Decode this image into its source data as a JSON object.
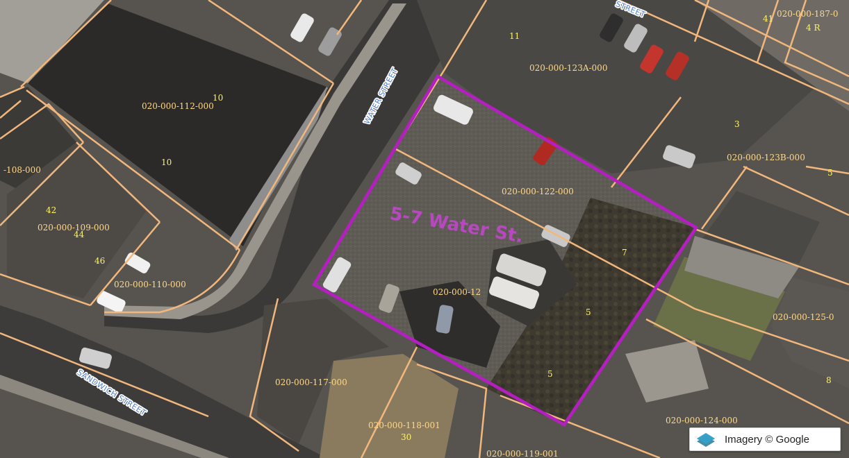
{
  "site": {
    "label": "5-7 Water St.",
    "boundary_color": "#b51fc2",
    "label_color": "#c047c9"
  },
  "streets": [
    {
      "id": "water",
      "label": "WATER STREET"
    },
    {
      "id": "sandwich",
      "label": "SANDWICH STREET"
    },
    {
      "id": "top",
      "label": "STREET"
    }
  ],
  "parcels": [
    {
      "id": "p112",
      "label": "020-000-112-000"
    },
    {
      "id": "p123a",
      "label": "020-000-123A-000"
    },
    {
      "id": "p187",
      "label": "020-000-187-0"
    },
    {
      "id": "p123b",
      "label": "020-000-123B-000"
    },
    {
      "id": "p122",
      "label": "020-000-122-000"
    },
    {
      "id": "p108",
      "label": "-108-000"
    },
    {
      "id": "p109",
      "label": "020-000-109-000"
    },
    {
      "id": "p110",
      "label": "020-000-110-000"
    },
    {
      "id": "p121",
      "label": "020-000-12"
    },
    {
      "id": "p125",
      "label": "020-000-125-0"
    },
    {
      "id": "p117",
      "label": "020-000-117-000"
    },
    {
      "id": "p118",
      "label": "020-000-118-001"
    },
    {
      "id": "p124",
      "label": "020-000-124-000"
    },
    {
      "id": "p119",
      "label": "020-000-119-001"
    }
  ],
  "lot_numbers": [
    {
      "id": "n10a",
      "label": "10"
    },
    {
      "id": "n10b",
      "label": "10"
    },
    {
      "id": "n11",
      "label": "11"
    },
    {
      "id": "n41",
      "label": "41"
    },
    {
      "id": "n4r",
      "label": "4 R"
    },
    {
      "id": "n3",
      "label": "3"
    },
    {
      "id": "n5a",
      "label": "5"
    },
    {
      "id": "n42",
      "label": "42"
    },
    {
      "id": "n44",
      "label": "44"
    },
    {
      "id": "n46",
      "label": "46"
    },
    {
      "id": "n7",
      "label": "7"
    },
    {
      "id": "n5b",
      "label": "5"
    },
    {
      "id": "n5c",
      "label": "5"
    },
    {
      "id": "n8",
      "label": "8"
    },
    {
      "id": "n30",
      "label": "30"
    }
  ],
  "attribution": {
    "text": "Imagery © Google",
    "icon": "imagery-layers-icon"
  }
}
